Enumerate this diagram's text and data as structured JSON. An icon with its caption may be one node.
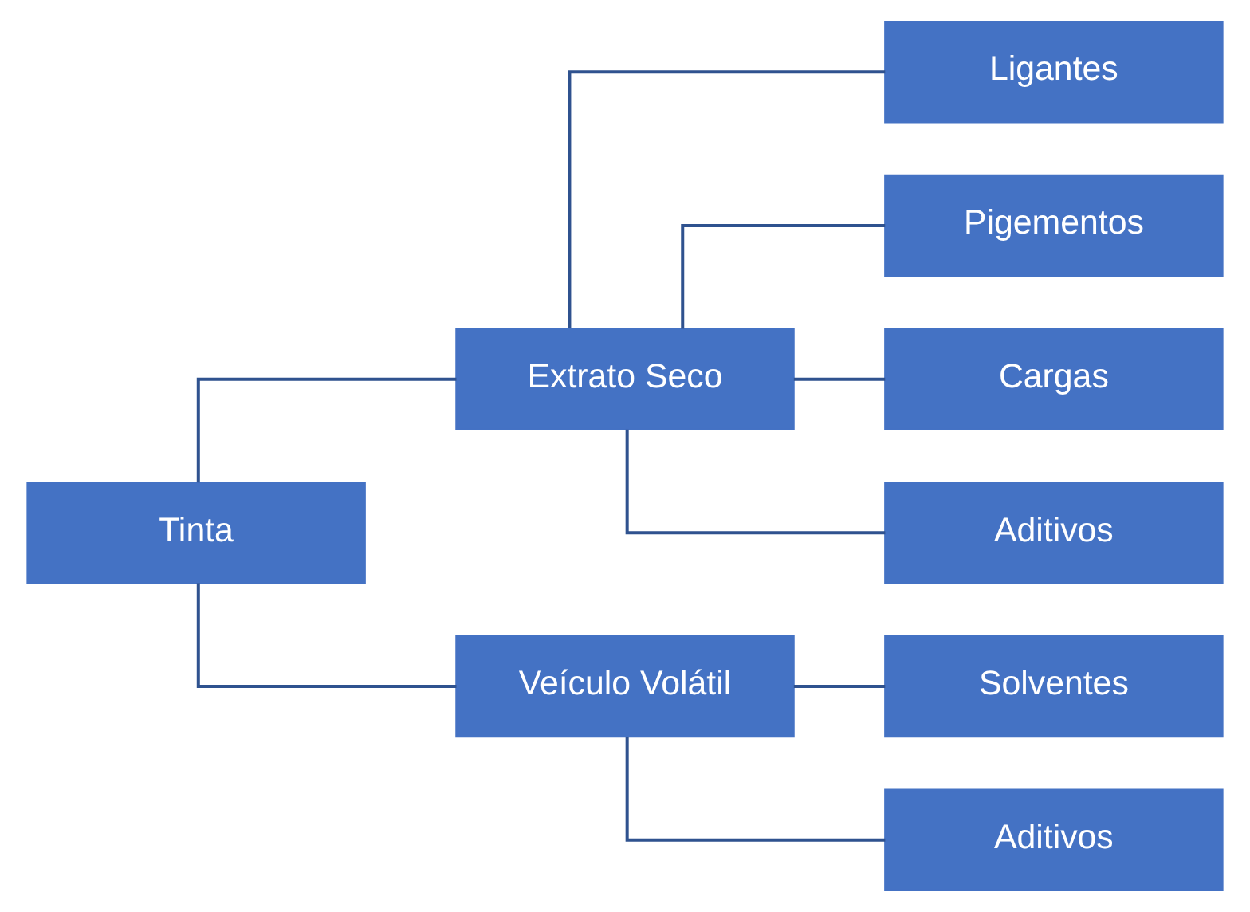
{
  "diagram": {
    "nodes": [
      {
        "text": [
          "Tinta"
        ]
      },
      {
        "text": [
          "Extrato Seco"
        ]
      },
      {
        "text": [
          "Veículo Volátil"
        ]
      },
      {
        "text": [
          "Ligantes"
        ]
      },
      {
        "text": [
          "Pigementos"
        ]
      },
      {
        "text": [
          "Cargas"
        ]
      },
      {
        "text": [
          "Aditivos"
        ]
      },
      {
        "text": [
          "Solventes"
        ]
      },
      {
        "text": [
          "Aditivos"
        ]
      }
    ],
    "edges": [
      {
        "from": 0,
        "to": 1,
        "arrow": "none"
      },
      {
        "from": 0,
        "to": 2,
        "arrow": "none"
      },
      {
        "from": 1,
        "to": 3,
        "arrow": "none"
      },
      {
        "from": 1,
        "to": 4,
        "arrow": "none"
      },
      {
        "from": 1,
        "to": 5,
        "arrow": "none"
      },
      {
        "from": 1,
        "to": 6,
        "arrow": "none"
      },
      {
        "from": 2,
        "to": 7,
        "arrow": "none"
      },
      {
        "from": 2,
        "to": 8,
        "arrow": "none"
      }
    ]
  }
}
